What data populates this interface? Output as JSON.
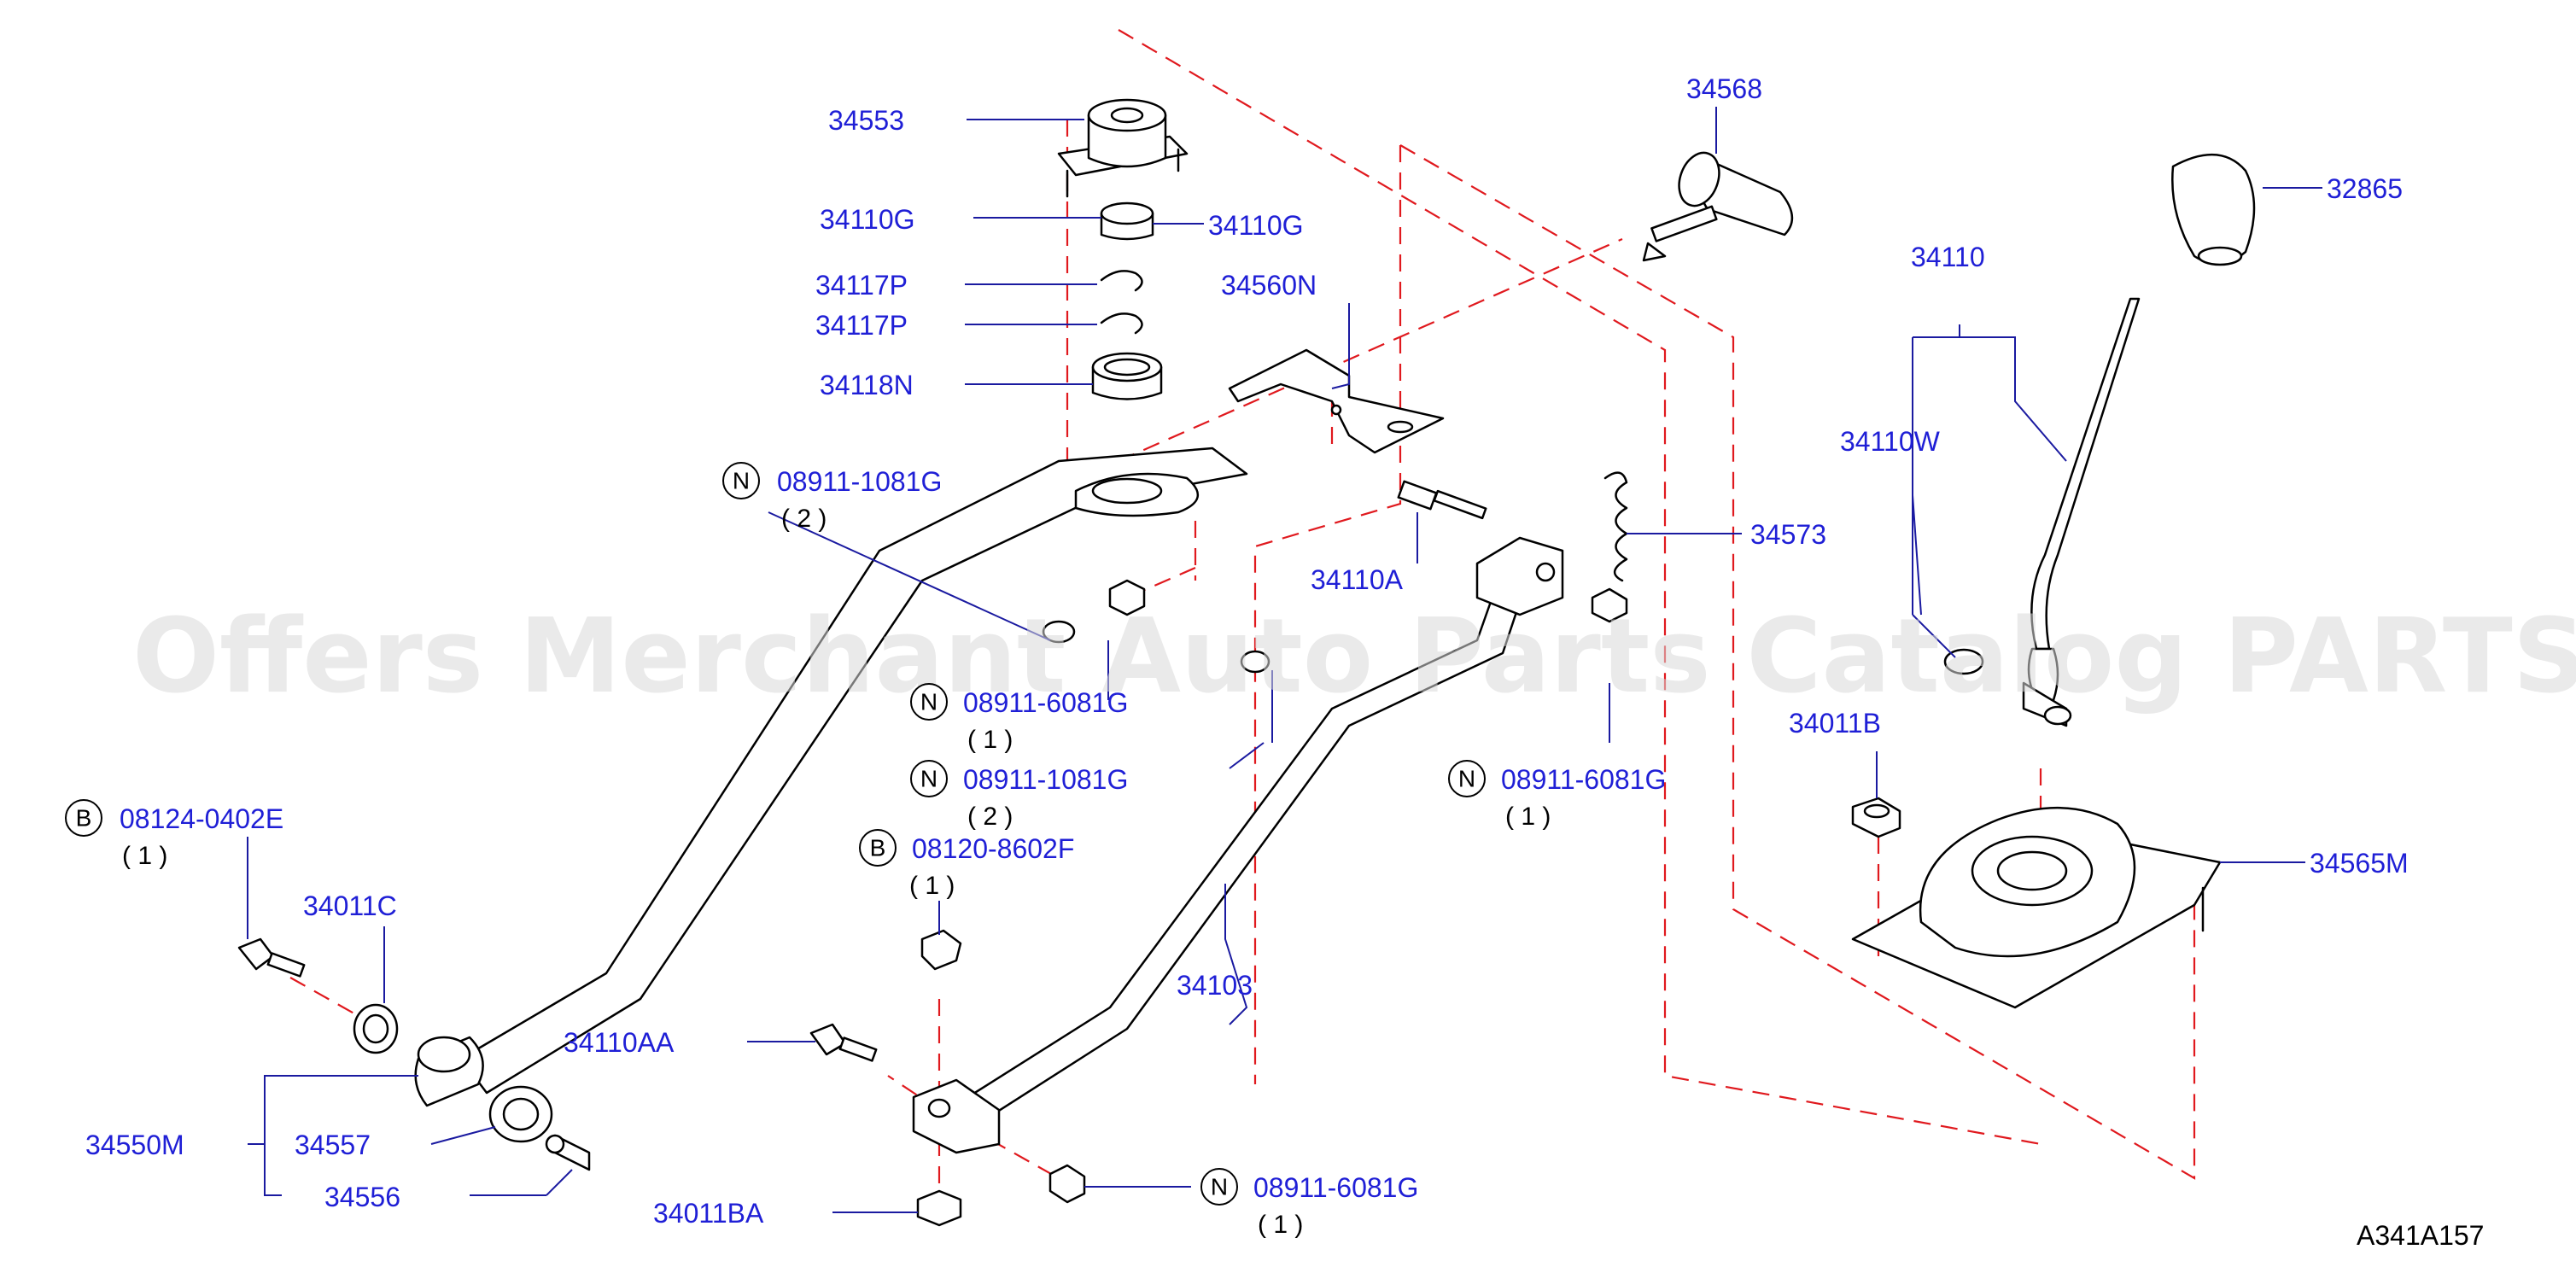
{
  "watermark": "Offers Merchant Auto Parts Catalog PARTSTORE.SA",
  "reference": "A341A157",
  "parts": {
    "p34553": "34553",
    "p34110G_left": "34110G",
    "p34110G_right": "34110G",
    "p34117P_a": "34117P",
    "p34117P_b": "34117P",
    "p34118N": "34118N",
    "p34560N": "34560N",
    "p34568": "34568",
    "p32865": "32865",
    "p34110": "34110",
    "p34110W": "34110W",
    "p34573": "34573",
    "p34110A": "34110A",
    "p34011B": "34011B",
    "p34565M": "34565M",
    "p34011C": "34011C",
    "p34103": "34103",
    "p34110AA": "34110AA",
    "p34550M": "34550M",
    "p34557": "34557",
    "p34556": "34556",
    "p34011BA": "34011BA"
  },
  "fasteners": {
    "f1": {
      "prefix": "N",
      "code": "08911-1081G",
      "qty": "( 2 )"
    },
    "f2": {
      "prefix": "N",
      "code": "08911-6081G",
      "qty": "( 1 )"
    },
    "f3": {
      "prefix": "N",
      "code": "08911-1081G",
      "qty": "( 2 )"
    },
    "f4": {
      "prefix": "B",
      "code": "08120-8602F",
      "qty": "( 1 )"
    },
    "f5": {
      "prefix": "N",
      "code": "08911-6081G",
      "qty": "( 1 )"
    },
    "f6": {
      "prefix": "B",
      "code": "08124-0402E",
      "qty": "( 1 )"
    },
    "f7": {
      "prefix": "N",
      "code": "08911-6081G",
      "qty": "( 1 )"
    }
  },
  "colors": {
    "label": "#1f1fd6",
    "dashed_line": "#e0191e",
    "leader": "#1a1aa0",
    "watermark": "#d9d9d9"
  }
}
